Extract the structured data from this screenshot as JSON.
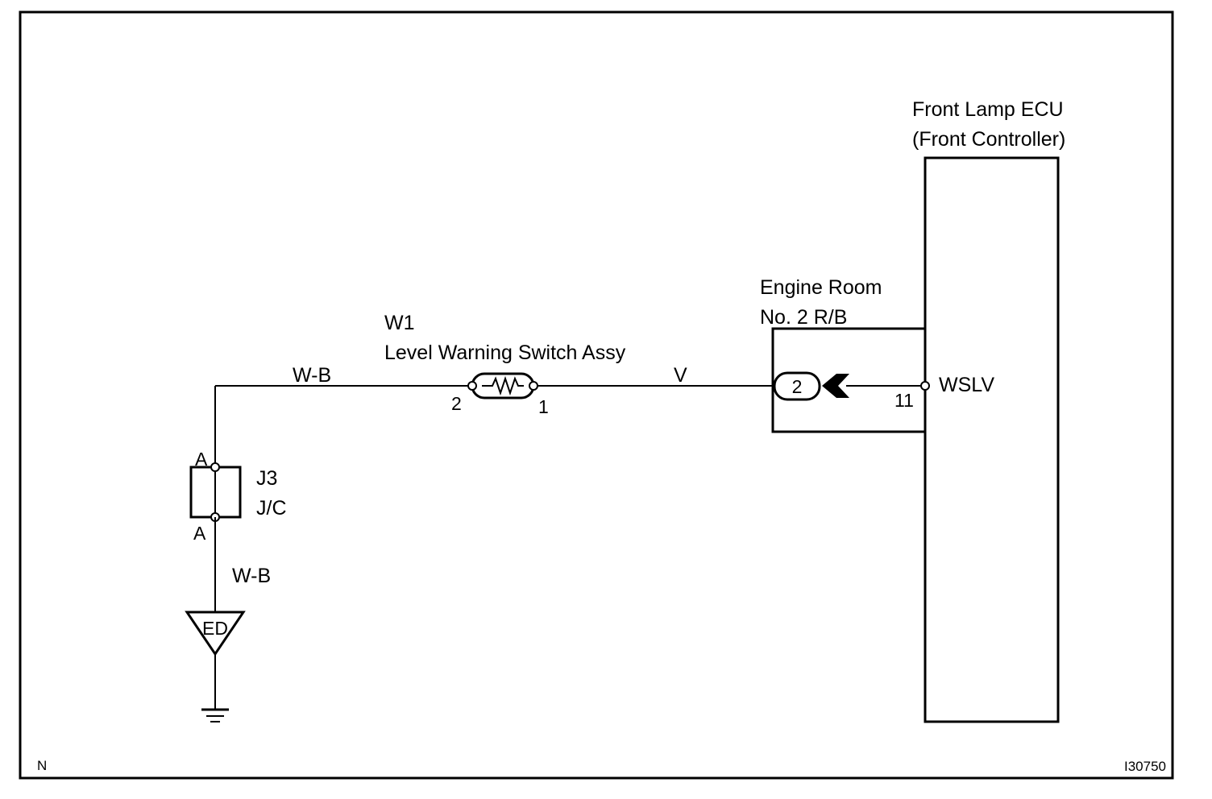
{
  "diagram": {
    "corner_letter": "N",
    "figure_id": "I30750",
    "ecu": {
      "title_line1": "Front Lamp ECU",
      "title_line2": "(Front Controller)",
      "terminal_number": "11",
      "terminal_name": "WSLV"
    },
    "relay_block": {
      "name_line1": "Engine Room",
      "name_line2": "No. 2 R/B",
      "connector_number": "2"
    },
    "switch": {
      "code": "W1",
      "name": "Level Warning Switch Assy",
      "pin_left": "2",
      "pin_right": "1"
    },
    "junction": {
      "code": "J3",
      "name": "J/C",
      "pin_top": "A",
      "pin_bottom": "A"
    },
    "ground": {
      "label": "ED"
    },
    "wires": {
      "top_left_color": "W-B",
      "switch_to_rb_color": "V",
      "lower_left_color": "W-B"
    }
  }
}
